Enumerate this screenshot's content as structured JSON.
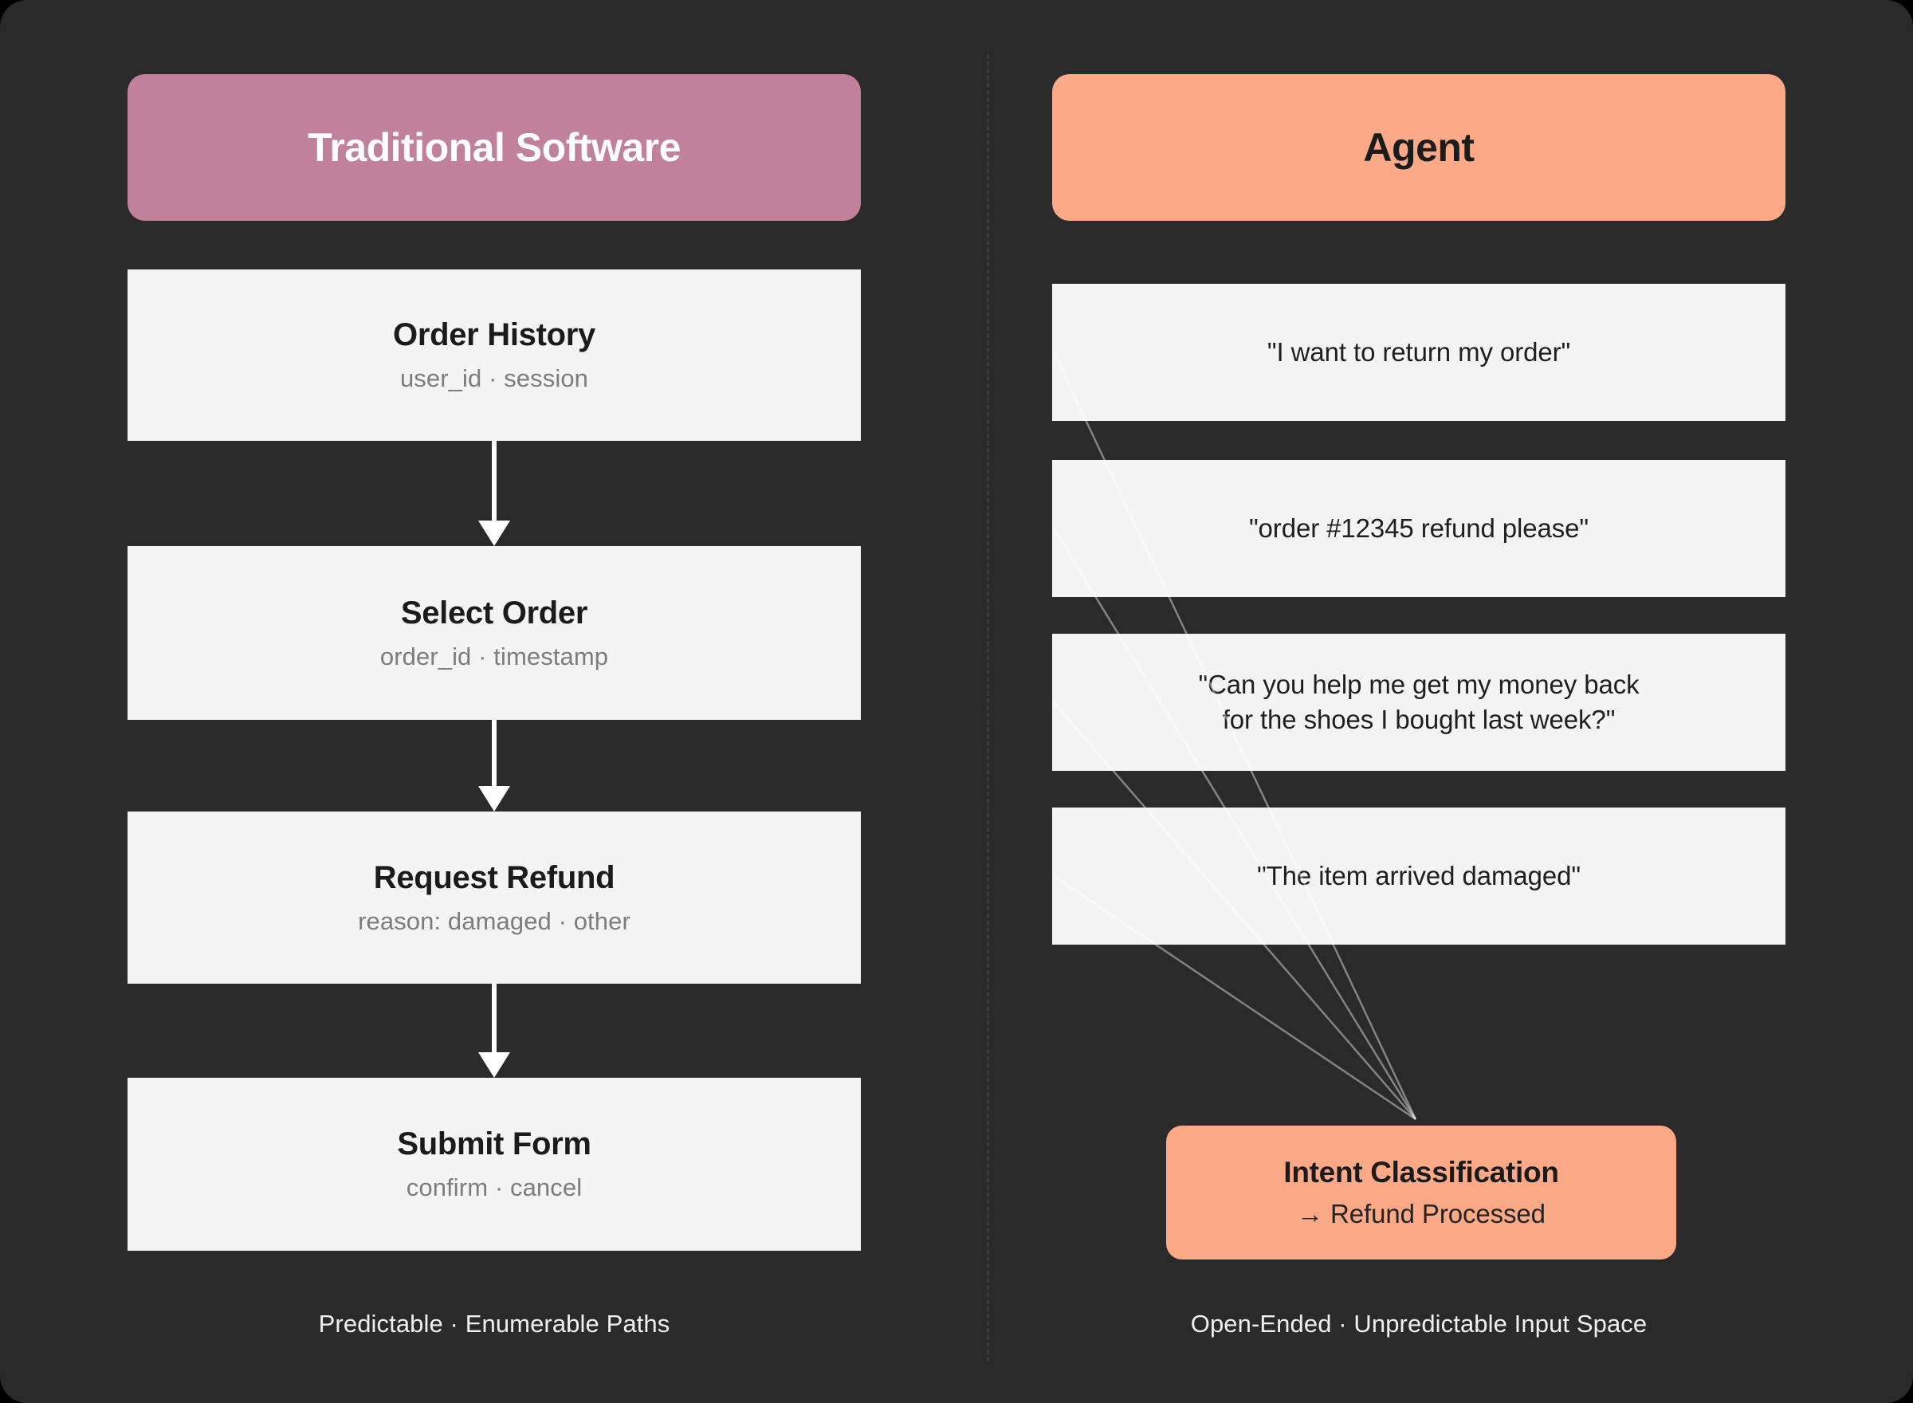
{
  "diagram": {
    "background_color": "#2a2a2a",
    "card_color": "#f4f4f4",
    "divider": "dashed-vertical-divider"
  },
  "left_column": {
    "header": {
      "label": "Traditional Software",
      "color": "#c2819b",
      "text_color": "#ffffff"
    },
    "steps": [
      {
        "title": "Order History",
        "subtitle": "user_id · session"
      },
      {
        "title": "Select Order",
        "subtitle": "order_id · timestamp"
      },
      {
        "title": "Request Refund",
        "subtitle": "reason: damaged · other"
      },
      {
        "title": "Submit Form",
        "subtitle": "confirm · cancel"
      }
    ],
    "footer": "Predictable · Enumerable Paths"
  },
  "right_column": {
    "header": {
      "label": "Agent",
      "color": "#fba987",
      "text_color": "#1c1c1c"
    },
    "inputs": [
      {
        "line1": "\"I want to return my order\"",
        "line2": ""
      },
      {
        "line1": "\"order #12345 refund please\"",
        "line2": ""
      },
      {
        "line1": "\"Can you help me get my money back",
        "line2": "for the shoes I bought last week?\""
      },
      {
        "line1": "\"The item arrived damaged\"",
        "line2": ""
      }
    ],
    "outcome": {
      "title": "Intent Classification",
      "subtitle": "→ Refund Processed",
      "color": "#fba987"
    },
    "footer": "Open-Ended · Unpredictable Input Space"
  }
}
